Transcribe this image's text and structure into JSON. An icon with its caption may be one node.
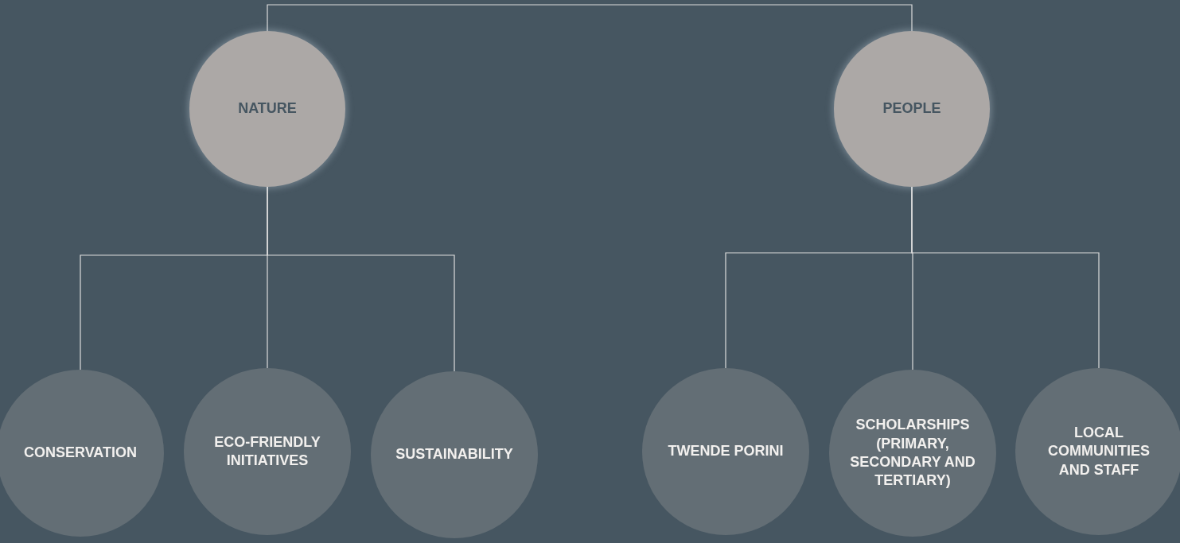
{
  "diagram": {
    "nodes": [
      {
        "text": [
          "NATURE"
        ]
      },
      {
        "text": [
          "PEOPLE"
        ]
      },
      {
        "text": [
          "CONSERVATION"
        ]
      },
      {
        "text": [
          "ECO-FRIENDLY INITIATIVES"
        ]
      },
      {
        "text": [
          "SUSTAINABILITY"
        ]
      },
      {
        "text": [
          "TWENDE PORINI"
        ]
      },
      {
        "text": [
          "SCHOLARSHIPS (PRIMARY, SECONDARY AND TERTIARY)"
        ]
      },
      {
        "text": [
          "LOCAL COMMUNITIES AND STAFF"
        ]
      }
    ],
    "edges": [
      {
        "from": 0,
        "to": 1,
        "arrow": "none"
      },
      {
        "from": 0,
        "to": 2,
        "arrow": "none"
      },
      {
        "from": 0,
        "to": 3,
        "arrow": "none"
      },
      {
        "from": 0,
        "to": 4,
        "arrow": "none"
      },
      {
        "from": 1,
        "to": 5,
        "arrow": "none"
      },
      {
        "from": 1,
        "to": 6,
        "arrow": "none"
      },
      {
        "from": 1,
        "to": 7,
        "arrow": "none"
      }
    ]
  }
}
